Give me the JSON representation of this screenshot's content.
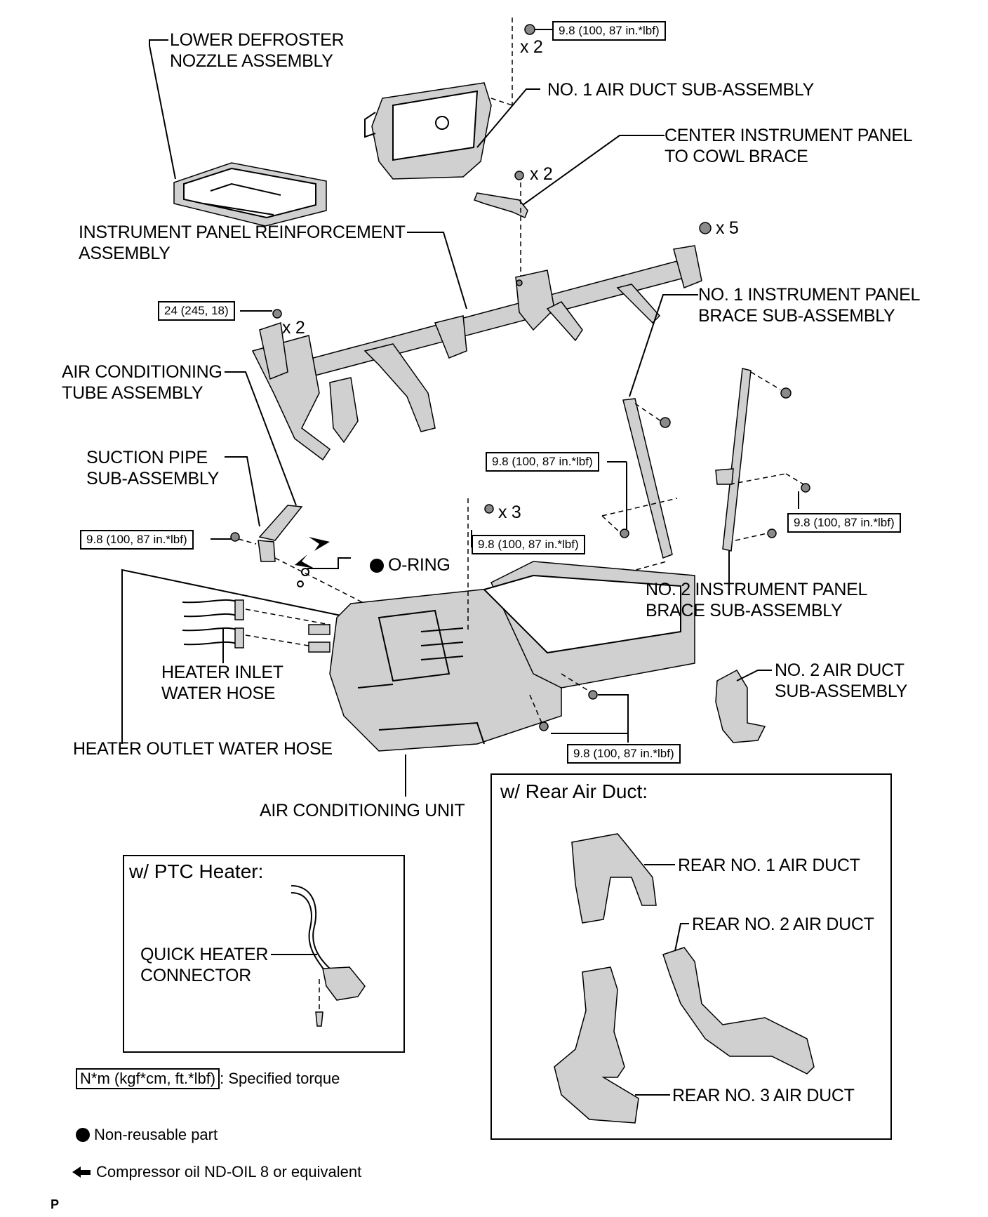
{
  "labels": {
    "lower_defroster": "LOWER DEFROSTER\nNOZZLE ASSEMBLY",
    "no1_air_duct": "NO. 1 AIR DUCT SUB-ASSEMBLY",
    "center_brace": "CENTER INSTRUMENT PANEL\nTO COWL BRACE",
    "ip_reinforcement": "INSTRUMENT PANEL REINFORCEMENT\nASSEMBLY",
    "no1_ip_brace": "NO. 1 INSTRUMENT PANEL\nBRACE SUB-ASSEMBLY",
    "ac_tube": "AIR CONDITIONING\nTUBE ASSEMBLY",
    "suction_pipe": "SUCTION PIPE\nSUB-ASSEMBLY",
    "o_ring": "O-RING",
    "no2_ip_brace": "NO. 2 INSTRUMENT PANEL\nBRACE SUB-ASSEMBLY",
    "heater_inlet": "HEATER INLET\nWATER HOSE",
    "no2_air_duct": "NO. 2 AIR DUCT\nSUB-ASSEMBLY",
    "heater_outlet": "HEATER OUTLET WATER HOSE",
    "ac_unit": "AIR CONDITIONING UNIT",
    "quick_heater": "QUICK HEATER\nCONNECTOR",
    "rear_no1": "REAR NO. 1 AIR DUCT",
    "rear_no2": "REAR NO. 2 AIR DUCT",
    "rear_no3": "REAR NO. 3 AIR DUCT"
  },
  "quantities": {
    "top_nut": "x 2",
    "brace_bolt": "x 2",
    "right_bolt": "x 5",
    "left_bolt": "x 2",
    "unit_bolt": "x 3"
  },
  "torques": {
    "top": "9.8 (100, 87 in.*lbf)",
    "reinforcement": "24 (245, 18)",
    "brace_left": "9.8 (100, 87 in.*lbf)",
    "brace_right": "9.8 (100, 87 in.*lbf)",
    "suction": "9.8 (100, 87 in.*lbf)",
    "unit_top": "9.8 (100, 87 in.*lbf)",
    "unit_bottom": "9.8 (100, 87 in.*lbf)"
  },
  "insets": {
    "ptc_title": "w/ PTC Heater:",
    "rear_title": "w/ Rear Air Duct:"
  },
  "legend": {
    "torque_box": "N*m (kgf*cm, ft.*lbf)",
    "torque_desc": ": Specified torque",
    "nonreusable": "Non-reusable part",
    "oil": "Compressor oil ND-OIL 8 or equivalent"
  },
  "page_mark": "P"
}
